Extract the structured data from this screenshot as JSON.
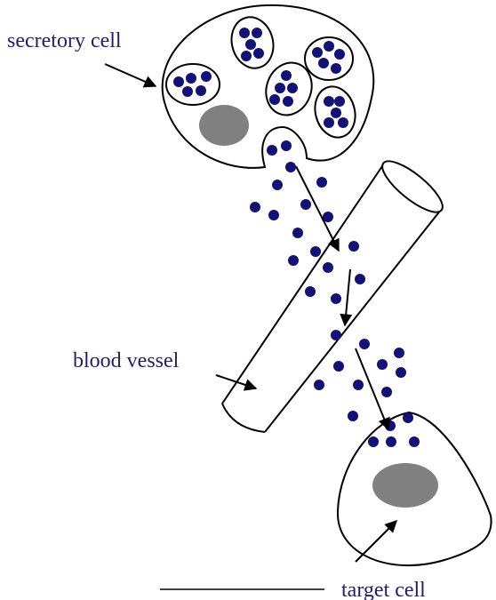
{
  "labels": {
    "secretory_cell": "secretory cell",
    "blood_vessel": "blood vessel",
    "target_cell": "target cell",
    "blank": ""
  },
  "colors": {
    "label_text": "#1f1f6b",
    "molecule": "#111177",
    "nucleus": "#808080",
    "outline": "#000000"
  }
}
